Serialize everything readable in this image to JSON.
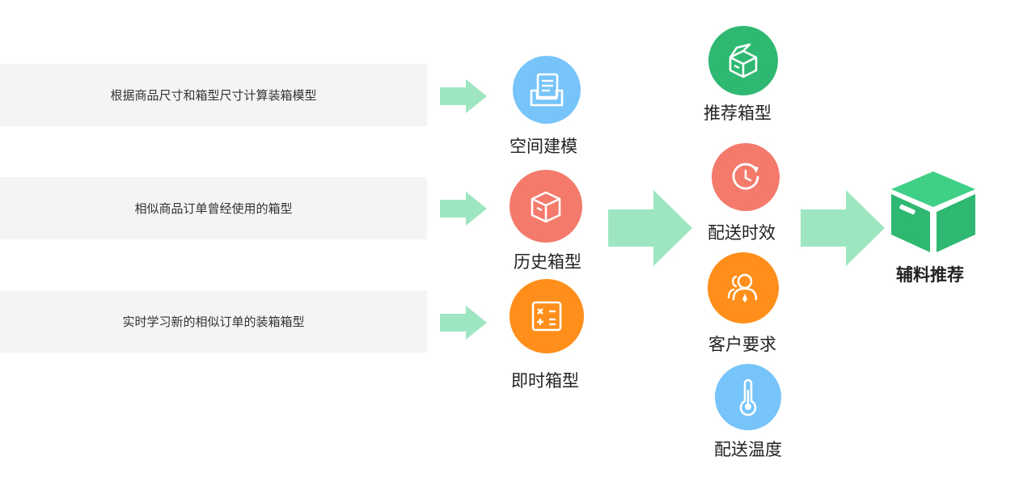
{
  "descriptions": [
    "根据商品尺寸和箱型尺寸计算装箱模型",
    "相似商品订单曾经使用的箱型",
    "实时学习新的相似订单的装箱箱型"
  ],
  "methods": [
    {
      "label": "空间建模",
      "icon": "document-tray-icon",
      "color": "#76c4f9"
    },
    {
      "label": "历史箱型",
      "icon": "box-icon",
      "color": "#f47a6c"
    },
    {
      "label": "即时箱型",
      "icon": "calculator-icon",
      "color": "#ff8f1a"
    }
  ],
  "factors": [
    {
      "label": "推荐箱型",
      "icon": "open-box-icon",
      "color": "#2eb872"
    },
    {
      "label": "配送时效",
      "icon": "clock-icon",
      "color": "#f47a6c"
    },
    {
      "label": "客户要求",
      "icon": "user-group-icon",
      "color": "#ff8f1a"
    },
    {
      "label": "配送温度",
      "icon": "thermometer-icon",
      "color": "#76c4f9"
    }
  ],
  "result": {
    "label": "辅料推荐",
    "icon": "green-box-icon",
    "color": "#2eb872"
  },
  "colors": {
    "arrow": "#9ee6c1",
    "panel": "#f4f4f4"
  }
}
